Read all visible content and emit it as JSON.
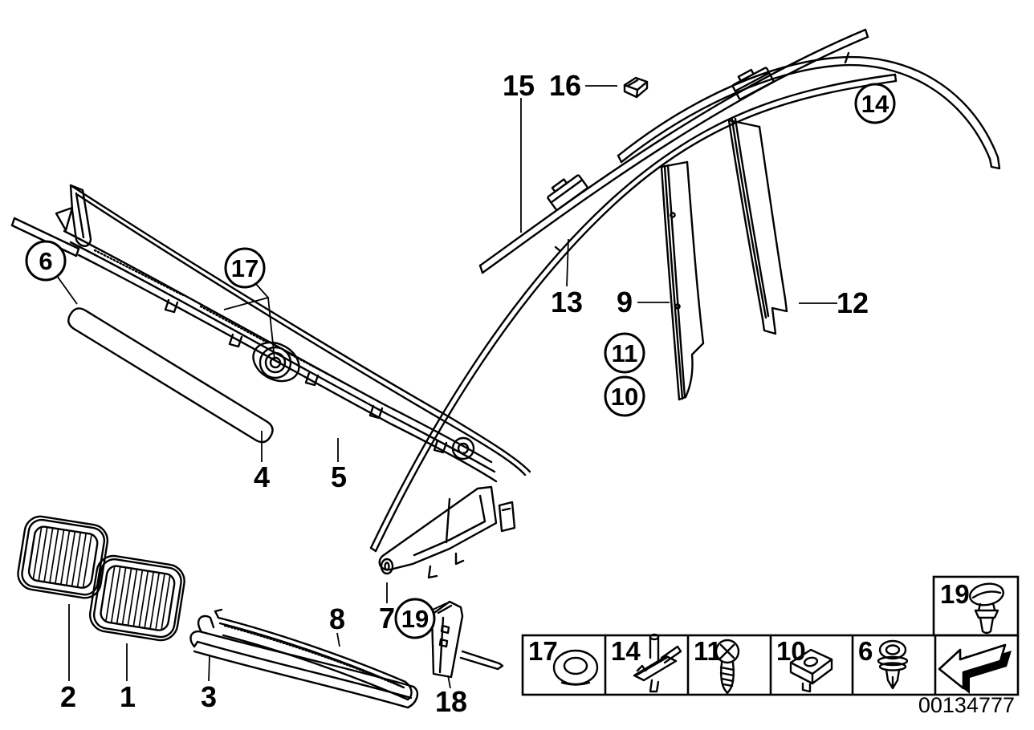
{
  "figure": {
    "image_number": "00134777",
    "callouts": {
      "n1": "1",
      "n2": "2",
      "n3": "3",
      "n4": "4",
      "n5": "5",
      "n7": "7",
      "n8": "8",
      "n9": "9",
      "n12": "12",
      "n13": "13",
      "n15": "15",
      "n16": "16",
      "n18": "18"
    },
    "circled": {
      "c6": "6",
      "c10": "10",
      "c11": "11",
      "c14": "14",
      "c17": "17",
      "c19": "19"
    },
    "legend": {
      "cells": [
        {
          "label": "17",
          "icon": "grommet-washer-icon"
        },
        {
          "label": "14",
          "icon": "molding-clip-icon"
        },
        {
          "label": "11",
          "icon": "screw-icon"
        },
        {
          "label": "10",
          "icon": "clip-nut-icon"
        },
        {
          "label": "6",
          "icon": "expanding-rivet-icon"
        }
      ],
      "pin_cell": {
        "label": "19",
        "icon": "push-pin-icon"
      },
      "nav_cell": {
        "icon": "back-arrow-icon"
      }
    }
  }
}
